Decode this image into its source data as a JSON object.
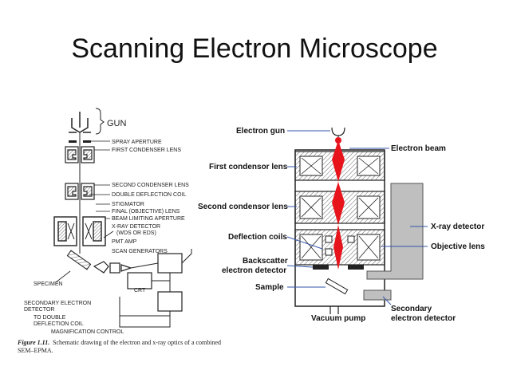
{
  "slide": {
    "title": "Scanning Electron Microscope"
  },
  "left_diagram": {
    "gun": "GUN",
    "spray_aperture": "SPRAY APERTURE",
    "first_condenser": "FIRST CONDENSER LENS",
    "second_condenser": "SECOND CONDENSER LENS",
    "double_deflection": "DOUBLE DEFLECTION COIL",
    "stigmator": "STIGMATOR",
    "final_lens": "FINAL (OBJECTIVE) LENS",
    "beam_limiting": "BEAM LIMITING APERTURE",
    "xray_detector": "X-RAY DETECTOR",
    "wds_eds": "(WDS OR EDS)",
    "pmt_amp": "PMT  AMP",
    "scan_generators": "SCAN GENERATORS",
    "specimen": "SPECIMEN",
    "crt": "CRT",
    "secondary_electron": "SECONDARY ELECTRON",
    "detector": "DETECTOR",
    "to_double": "TO DOUBLE",
    "deflection_coil": "DEFLECTION COIL",
    "magnification_control": "MAGNIFICATION CONTROL",
    "caption_figure": "Figure  1.11.",
    "caption_text": "Schematic drawing of the electron and x-ray optics of a combined",
    "caption_text2": "SEM–EPMA."
  },
  "right_diagram": {
    "electron_gun": "Electron gun",
    "electron_beam": "Electron beam",
    "first_condensor": "First condensor lens",
    "second_condensor": "Second condensor lens",
    "xray_detector": "X-ray detector",
    "deflection_coils": "Deflection coils",
    "objective_lens": "Objective lens",
    "backscatter_1": "Backscatter",
    "backscatter_2": "electron detector",
    "sample": "Sample",
    "secondary_1": "Secondary",
    "secondary_2": "electron detector",
    "vacuum_pump": "Vacuum pump",
    "beam_color": "#e8141c"
  }
}
